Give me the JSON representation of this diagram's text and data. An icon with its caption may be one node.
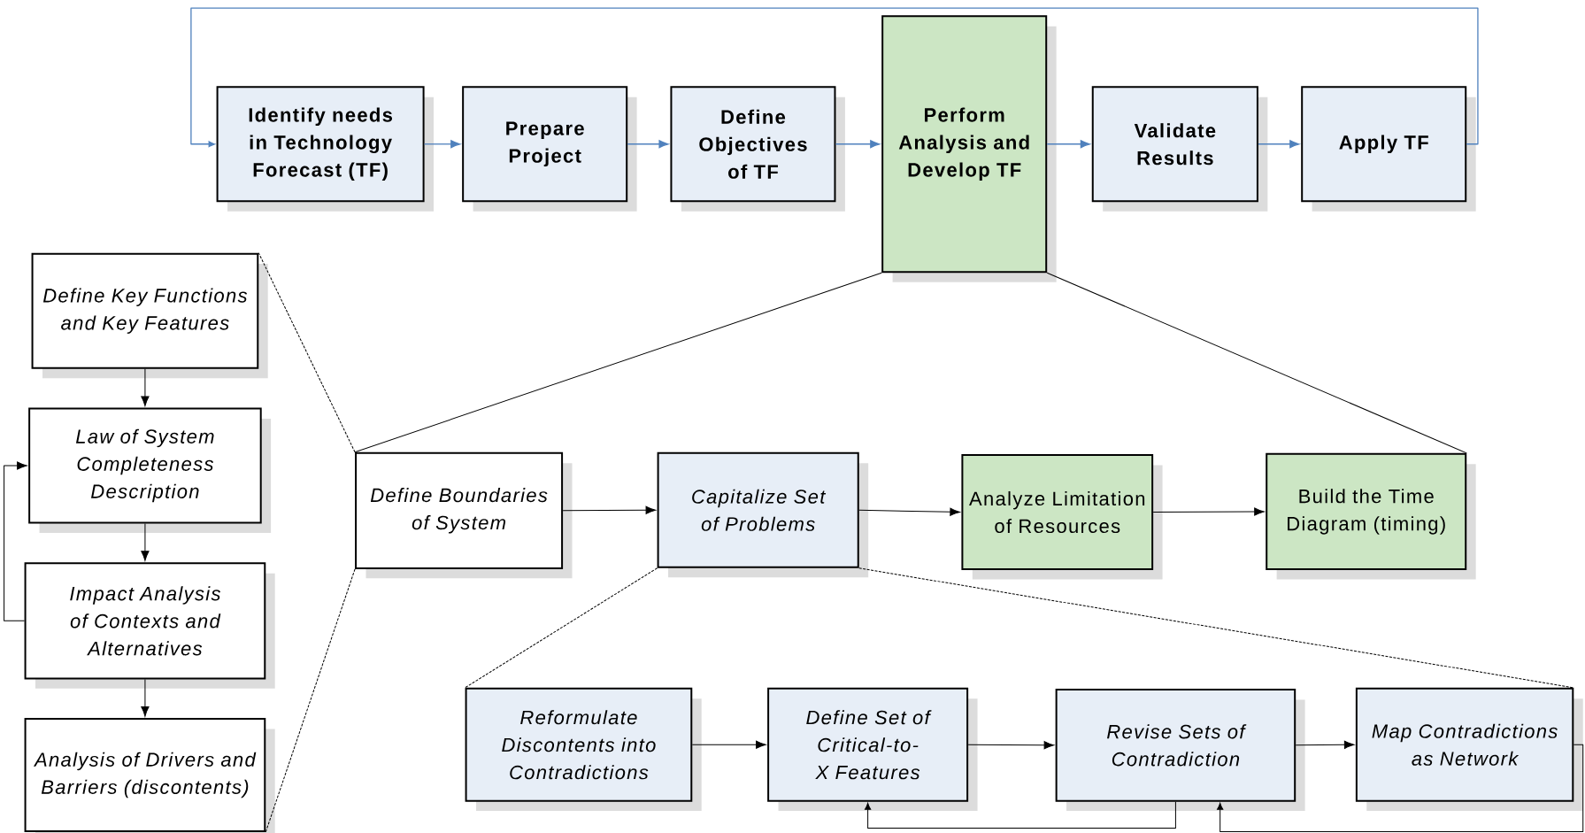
{
  "diagram": {
    "nodes": [
      {
        "text": [
          "Identify needs in Technology Forecast (TF)"
        ]
      },
      {
        "text": [
          "Prepare Project"
        ]
      },
      {
        "text": [
          "Define Objectives of TF"
        ]
      },
      {
        "text": [
          "Perform Analysis and Develop TF"
        ]
      },
      {
        "text": [
          "Validate Results"
        ]
      },
      {
        "text": [
          "Apply TF"
        ]
      },
      {
        "text": [
          "Define Key Functions and Key Features"
        ]
      },
      {
        "text": [
          "Law of System Completeness Description"
        ]
      },
      {
        "text": [
          "Impact Analysis of Contexts and Alternatives"
        ]
      },
      {
        "text": [
          "Analysis of Drivers and Barriers (discontents)"
        ]
      },
      {
        "text": [
          "Define Boundaries of System"
        ]
      },
      {
        "text": [
          "Capitalize Set of Problems"
        ]
      },
      {
        "text": [
          "Analyze Limitation of Resources"
        ]
      },
      {
        "text": [
          "Build the Time Diagram (timing)"
        ]
      },
      {
        "text": [
          "Reformulate Discontents into Contradictions"
        ]
      },
      {
        "text": [
          "Define Set of Critical-to-X Features"
        ]
      },
      {
        "text": [
          "Revise Sets of Contradiction"
        ]
      },
      {
        "text": [
          "Map Contradictions as Network"
        ]
      }
    ],
    "edges": [
      {
        "from": 0,
        "to": 1,
        "arrow": "to",
        "color": "#4f81bd"
      },
      {
        "from": 1,
        "to": 2,
        "arrow": "to",
        "color": "#4f81bd"
      },
      {
        "from": 2,
        "to": 3,
        "arrow": "to",
        "color": "#4f81bd"
      },
      {
        "from": 3,
        "to": 4,
        "arrow": "to",
        "color": "#4f81bd"
      },
      {
        "from": 4,
        "to": 5,
        "arrow": "to",
        "color": "#4f81bd"
      },
      {
        "from": 5,
        "to": 0,
        "arrow": "to",
        "color": "#4f81bd"
      },
      {
        "from": 6,
        "to": 7,
        "arrow": "to"
      },
      {
        "from": 7,
        "to": 8,
        "arrow": "to"
      },
      {
        "from": 8,
        "to": 9,
        "arrow": "to"
      },
      {
        "from": 8,
        "to": 7,
        "arrow": "to"
      },
      {
        "from": 10,
        "to": 11,
        "arrow": "to"
      },
      {
        "from": 11,
        "to": 12,
        "arrow": "to"
      },
      {
        "from": 12,
        "to": 13,
        "arrow": "to"
      },
      {
        "from": 14,
        "to": 15,
        "arrow": "to"
      },
      {
        "from": 15,
        "to": 16,
        "arrow": "to"
      },
      {
        "from": 16,
        "to": 17,
        "arrow": "to"
      },
      {
        "from": 16,
        "to": 15,
        "arrow": "to"
      },
      {
        "from": 17,
        "to": 16,
        "arrow": "to"
      },
      {
        "from": 3,
        "to": 10,
        "arrow": "none"
      },
      {
        "from": 3,
        "to": 13,
        "arrow": "none"
      },
      {
        "from": 10,
        "to": 6,
        "arrow": "none",
        "style": "dashed"
      },
      {
        "from": 10,
        "to": 9,
        "arrow": "none",
        "style": "dashed"
      },
      {
        "from": 11,
        "to": 14,
        "arrow": "none",
        "style": "dashed"
      },
      {
        "from": 11,
        "to": 17,
        "arrow": "none",
        "style": "dashed"
      }
    ]
  }
}
